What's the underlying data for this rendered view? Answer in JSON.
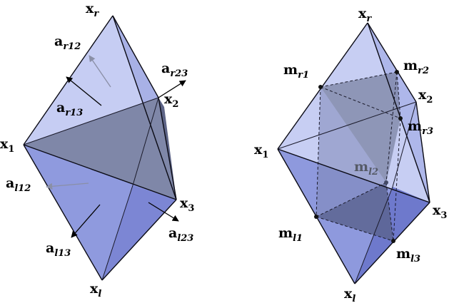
{
  "left": {
    "vertices": {
      "xr": {
        "base": "x",
        "sub": "r"
      },
      "x1": {
        "base": "x",
        "sub": "1"
      },
      "x2": {
        "base": "x",
        "sub": "2"
      },
      "x3": {
        "base": "x",
        "sub": "3"
      },
      "xl": {
        "base": "x",
        "sub": "l"
      }
    },
    "normals": {
      "ar12": {
        "base": "a",
        "sub": "r12"
      },
      "ar13": {
        "base": "a",
        "sub": "r13"
      },
      "ar23": {
        "base": "a",
        "sub": "r23"
      },
      "al12": {
        "base": "a",
        "sub": "l12"
      },
      "al13": {
        "base": "a",
        "sub": "l13"
      },
      "al23": {
        "base": "a",
        "sub": "l23"
      }
    }
  },
  "right": {
    "vertices": {
      "xr": {
        "base": "x",
        "sub": "r"
      },
      "x1": {
        "base": "x",
        "sub": "1"
      },
      "x2": {
        "base": "x",
        "sub": "2"
      },
      "x3": {
        "base": "x",
        "sub": "3"
      },
      "xl": {
        "base": "x",
        "sub": "l"
      }
    },
    "midpoints": {
      "mr1": {
        "base": "m",
        "sub": "r1"
      },
      "mr2": {
        "base": "m",
        "sub": "r2"
      },
      "mr3": {
        "base": "m",
        "sub": "r3"
      },
      "ml1": {
        "base": "m",
        "sub": "l1"
      },
      "ml2": {
        "base": "m",
        "sub": "l2"
      },
      "ml3": {
        "base": "m",
        "sub": "l3"
      }
    }
  },
  "colors": {
    "face_light": "#bcc4f0",
    "face_mid": "#8c97da",
    "face_dark": "#5f68a8",
    "face_grey": "#7e86a6",
    "face_grey_dark": "#5b6188",
    "edge": "#0a0a14"
  }
}
